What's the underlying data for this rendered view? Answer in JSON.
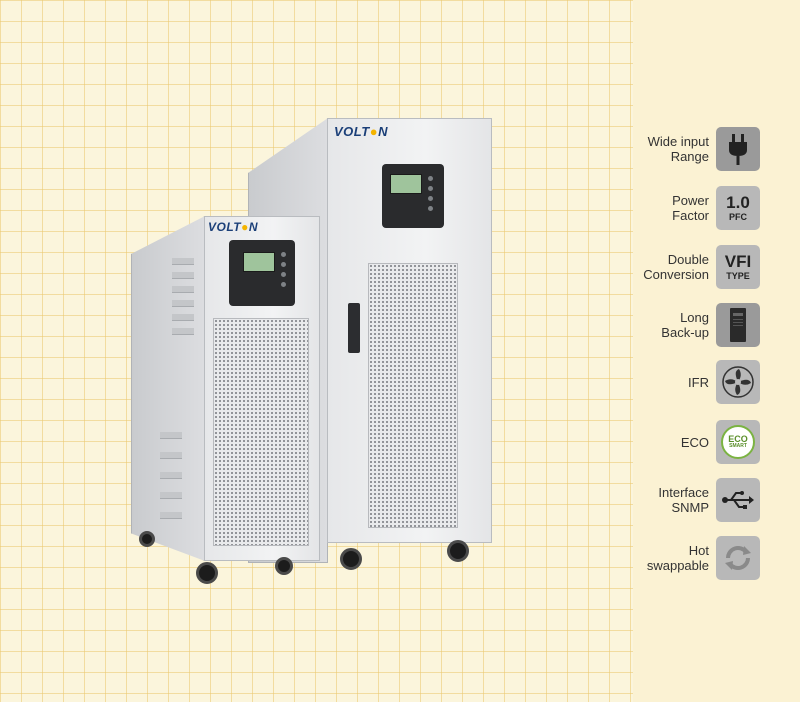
{
  "brand": {
    "left_logo": "VOLTON",
    "right_logo": "VOLTON"
  },
  "features": [
    {
      "label": "Wide input\nRange",
      "icon": "plug-icon"
    },
    {
      "label": "Power\nFactor",
      "icon": "pfc-icon",
      "icon_text": "1.0",
      "icon_subtext": "PFC"
    },
    {
      "label": "Double\nConversion",
      "icon": "vfi-icon",
      "icon_text": "VFI",
      "icon_subtext": "TYPE"
    },
    {
      "label": "Long\nBack-up",
      "icon": "battery-cabinet-icon"
    },
    {
      "label": "IFR",
      "icon": "fan-icon"
    },
    {
      "label": "ECO",
      "icon": "eco-smart-icon",
      "icon_text": "ECO",
      "icon_subtext": "SMART"
    },
    {
      "label": "Interface\nSNMP",
      "icon": "usb-icon"
    },
    {
      "label": "Hot\nswappable",
      "icon": "refresh-icon"
    }
  ],
  "colors": {
    "grid_background": "#fbf5dc",
    "sidebar": "#fbf2d3",
    "icon_tile": "#9a9a9a",
    "brand_blue": "#1b3f78",
    "brand_yellow": "#f4b400"
  }
}
